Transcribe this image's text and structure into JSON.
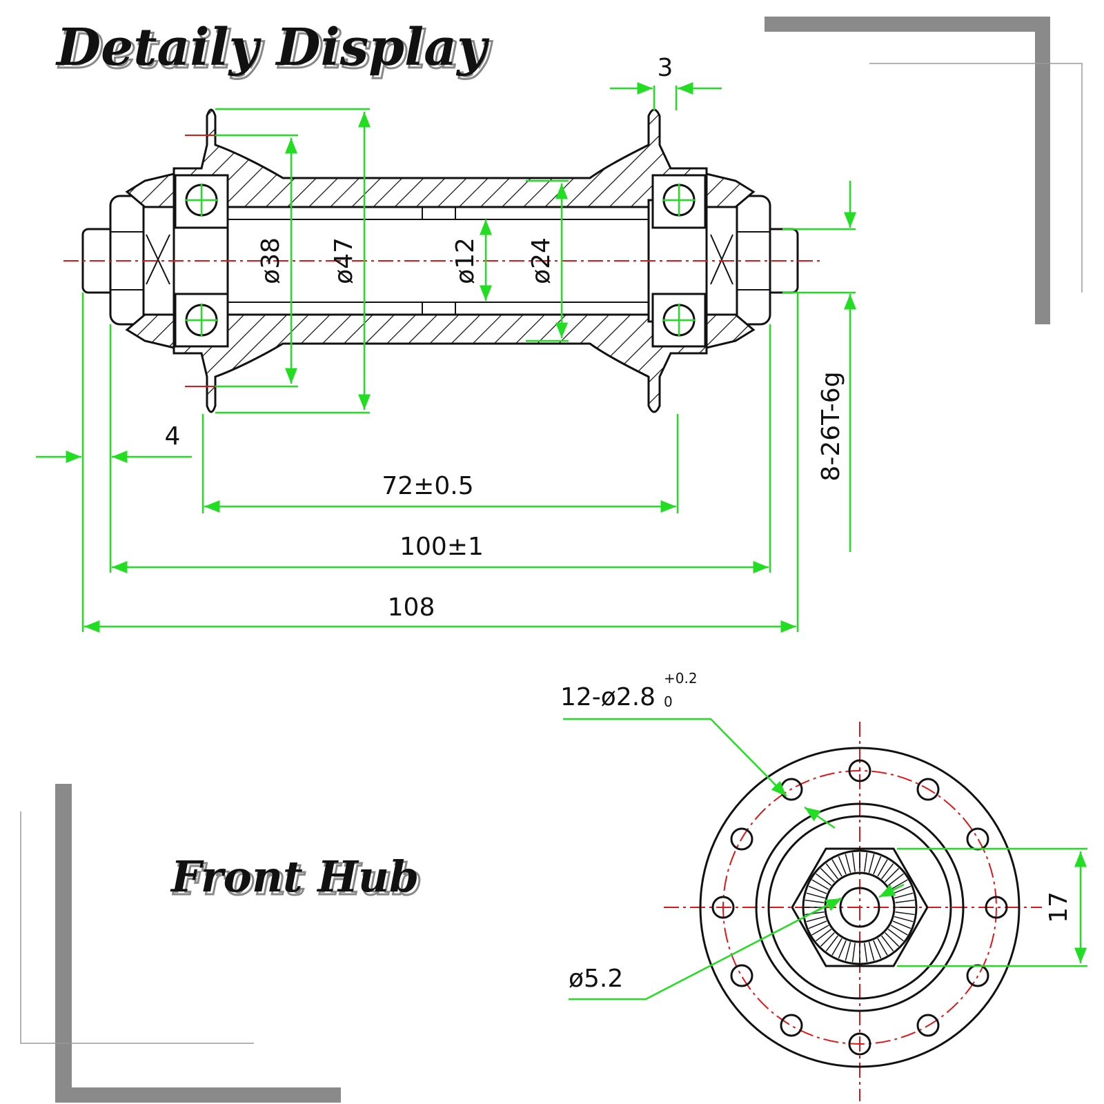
{
  "title": "Detaily Display",
  "subtitle": "Front Hub",
  "dimensions": {
    "flange_width": "3",
    "left_offset": "4",
    "flange_spacing": "72±0.5",
    "locknut_width": "100±1",
    "overall_length": "108",
    "thread": "8-26T-6g",
    "d38": "ø38",
    "d47": "ø47",
    "d12": "ø12",
    "d24": "ø24",
    "spoke_hole_main": "12-ø2.8",
    "spoke_hole_sub": "0",
    "spoke_hole_tol": "+0.2",
    "bore": "ø5.2",
    "hex_size": "17"
  },
  "colors": {
    "dimension_line": "#22dd22",
    "center_line": "#e01515",
    "outline": "#111111",
    "frame": "#8a8a8a"
  }
}
